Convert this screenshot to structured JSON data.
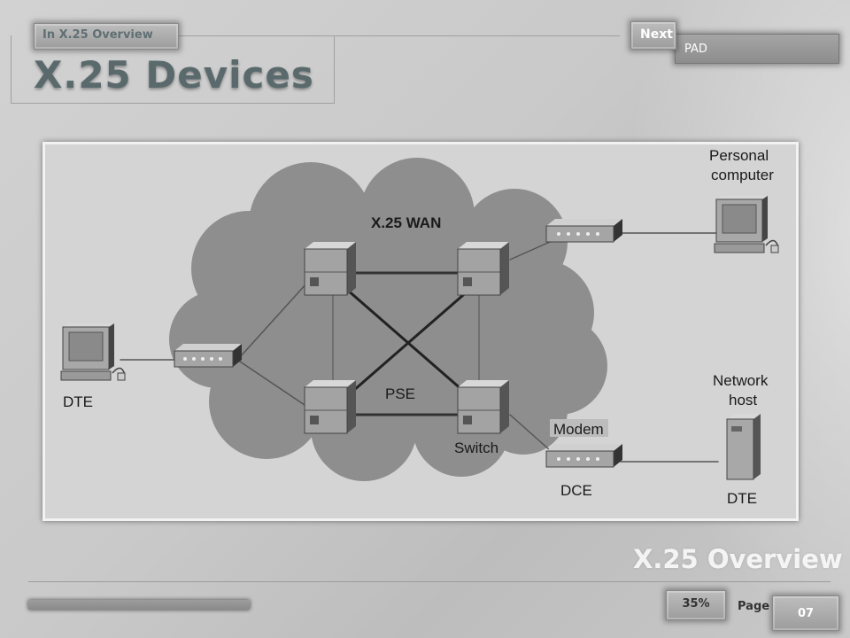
{
  "header": {
    "breadcrumb": "In X.25 Overview",
    "title": "X.25 Devices",
    "next_label": "Next",
    "next_topic": "PAD"
  },
  "diagram": {
    "cloud_label": "X.25 WAN",
    "pse_label": "PSE",
    "switch_label": "Switch",
    "modem_label": "Modem",
    "dce_label": "DCE",
    "dte_left_label": "DTE",
    "dte_right_label": "DTE",
    "pc_label_line1": "Personal",
    "pc_label_line2": "computer",
    "host_label_line1": "Network",
    "host_label_line2": "host",
    "icons": [
      "computer-icon",
      "pad-device-icon",
      "packet-switch-icon",
      "modem-icon",
      "server-tower-icon"
    ]
  },
  "footer": {
    "section_title": "X.25 Overview",
    "progress_percent": 35,
    "progress_label": "35%",
    "page_label": "Page",
    "page_number": "07"
  },
  "colors": {
    "title_text": "#5a6a6c",
    "cloud_fill": "#8e8e8e",
    "figure_bg": "#d4d4d4"
  }
}
